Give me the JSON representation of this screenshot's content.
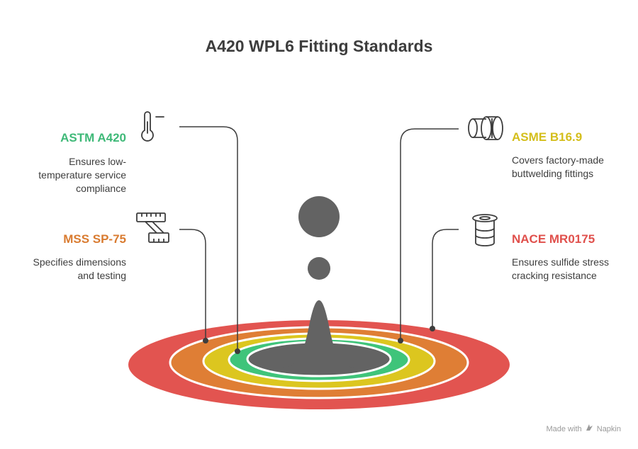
{
  "title": "A420 WPL6 Fitting Standards",
  "colors": {
    "red": "#e25450",
    "orange": "#df7e35",
    "yellow": "#dcc61f",
    "green": "#3fc47a",
    "gray": "#636363",
    "text": "#3d3d3d"
  },
  "standards": [
    {
      "name": "ASTM A420",
      "desc": [
        "Ensures low-",
        "temperature service",
        "compliance"
      ],
      "icon": "thermometer-icon",
      "color": "#3fb978"
    },
    {
      "name": "MSS SP-75",
      "desc": [
        "Specifies dimensions",
        "and testing"
      ],
      "icon": "ruler-icon",
      "color": "#d97b30"
    },
    {
      "name": "ASME B16.9",
      "desc": [
        "Covers factory-made",
        "buttwelding fittings"
      ],
      "icon": "pipe-fitting-icon",
      "color": "#d4be1b"
    },
    {
      "name": "NACE MR0175",
      "desc": [
        "Ensures sulfide stress",
        "cracking resistance"
      ],
      "icon": "cylinder-icon",
      "color": "#e0504c"
    }
  ],
  "footer": {
    "prefix": "Made with",
    "brand": "Napkin"
  }
}
